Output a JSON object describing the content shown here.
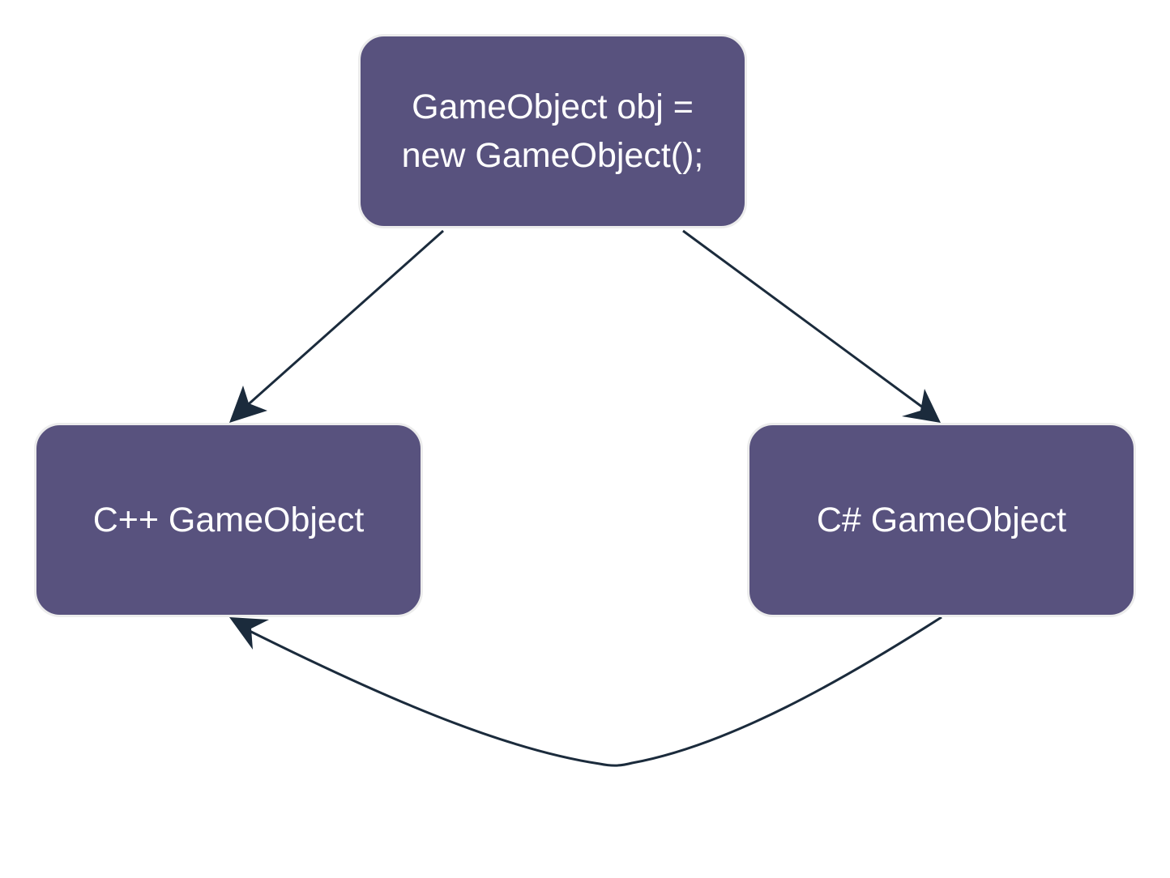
{
  "colors": {
    "node_fill": "#58527e",
    "edge": "#1b2b3c",
    "text": "#ffffff"
  },
  "nodes": {
    "top": {
      "line1": "GameObject obj =",
      "line2": "new GameObject();"
    },
    "left": {
      "label": "C++ GameObject"
    },
    "right": {
      "label": "C# GameObject"
    }
  },
  "edges": [
    {
      "from": "top",
      "to": "left"
    },
    {
      "from": "top",
      "to": "right"
    },
    {
      "from": "right",
      "to": "left"
    }
  ]
}
